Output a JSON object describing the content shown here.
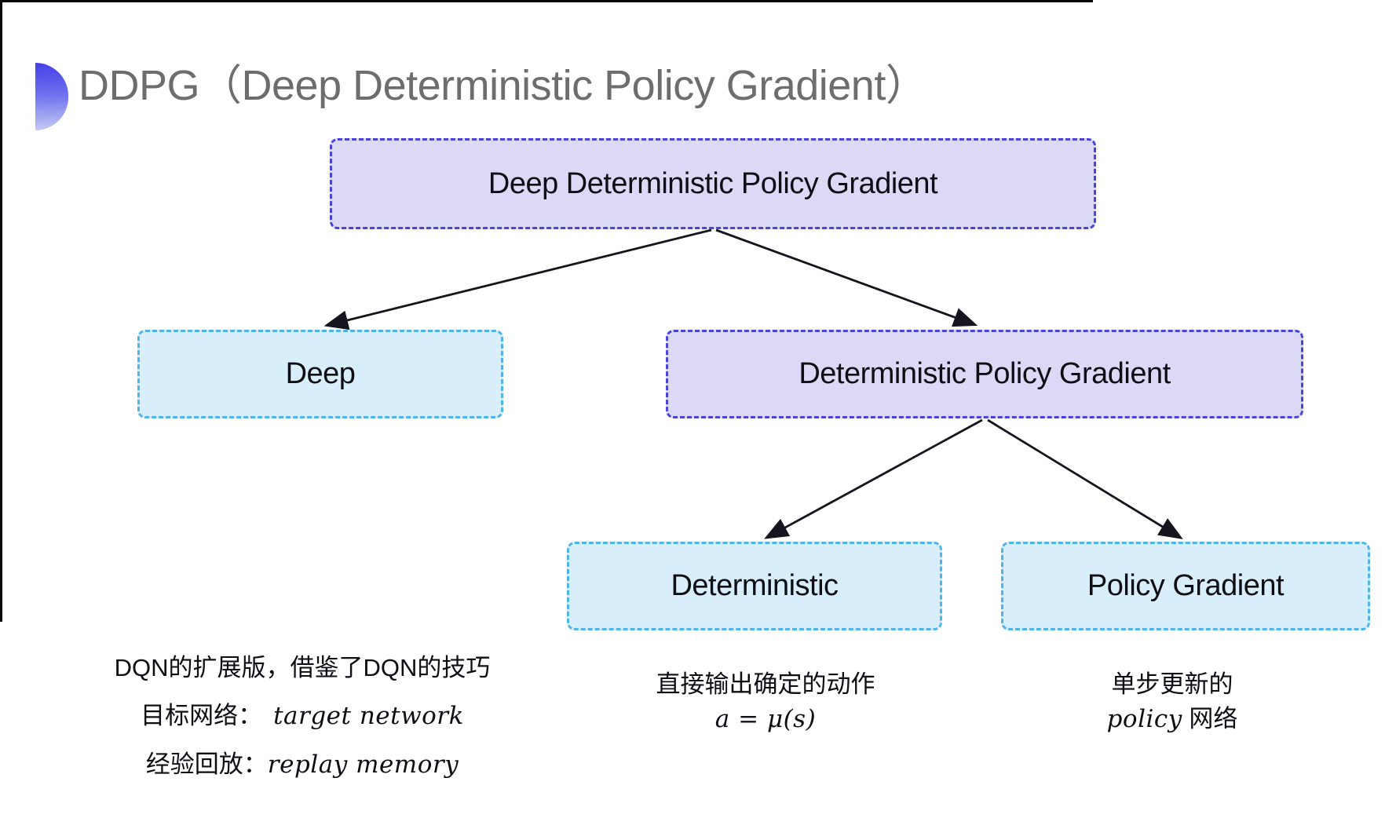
{
  "theme": {
    "purple_fill": "#dcd9f7",
    "purple_border": "#4a44dd",
    "cyan_fill": "#d9eefb",
    "cyan_border": "#4fb4e9",
    "title_color": "#6d6d6d",
    "text_color": "#0e0e14",
    "arrow_color": "#15151f",
    "icon_gradient_top": "#463fe8",
    "icon_gradient_bottom": "#c7ccf5"
  },
  "title": "DDPG（Deep Deterministic Policy Gradient）",
  "tree": {
    "root": "Deep Deterministic Policy Gradient",
    "deep": "Deep",
    "dpg": "Deterministic Policy Gradient",
    "deterministic": "Deterministic",
    "policy_gradient": "Policy Gradient"
  },
  "notes": {
    "dqn": {
      "line1": "DQN的扩展版，借鉴了DQN的技巧",
      "target_label": "目标网络：",
      "target_value": "target network",
      "replay_label": "经验回放：",
      "replay_value": "replay memory"
    },
    "deterministic": {
      "line1": "直接输出确定的动作",
      "formula": "a = μ(s)"
    },
    "policy": {
      "line1": "单步更新的",
      "term": "policy",
      "suffix": " 网络"
    }
  }
}
